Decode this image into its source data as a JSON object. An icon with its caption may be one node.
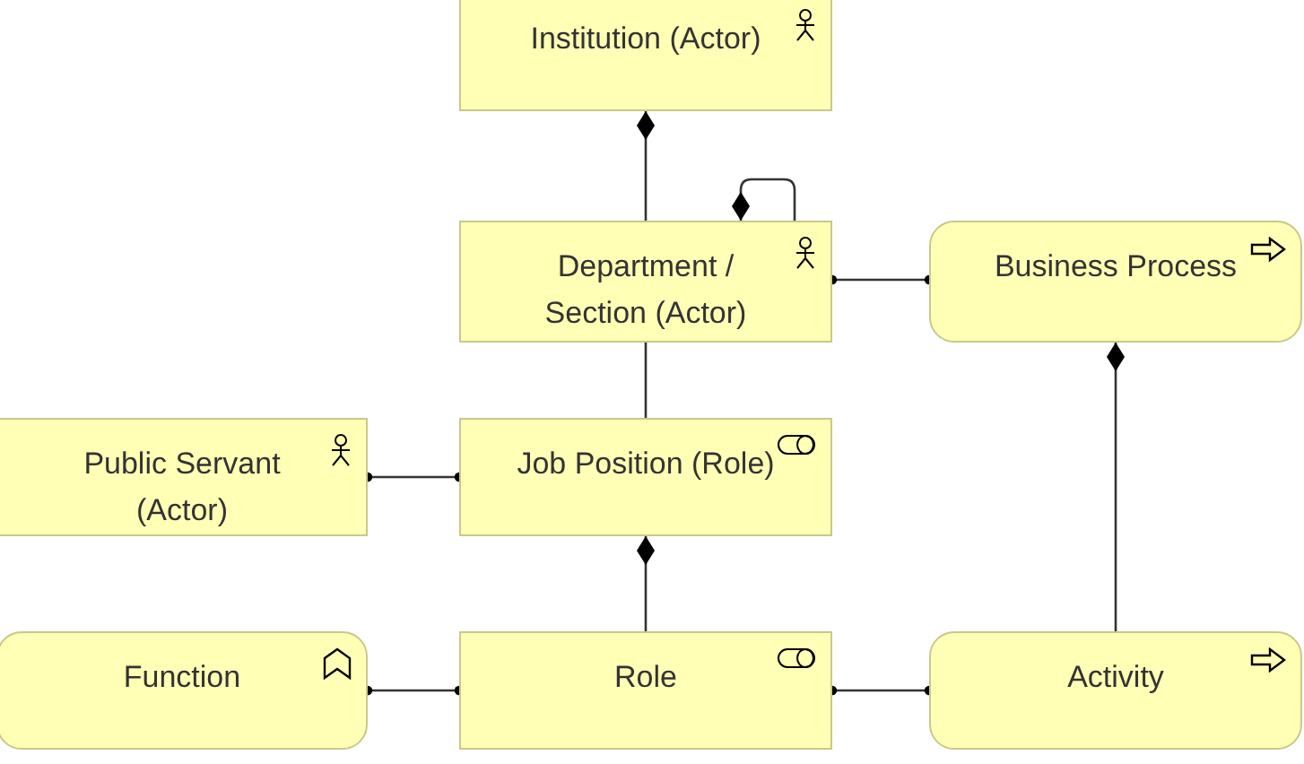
{
  "diagram": {
    "nodes": [
      {
        "text": [
          "Institution (Actor)"
        ]
      },
      {
        "text": [
          "Department / Section (Actor)"
        ]
      },
      {
        "text": [
          "Business Process"
        ]
      },
      {
        "text": [
          "Public Servant (Actor)"
        ]
      },
      {
        "text": [
          "Job Position (Role)"
        ]
      },
      {
        "text": [
          "Function"
        ]
      },
      {
        "text": [
          "Role"
        ]
      },
      {
        "text": [
          "Activity"
        ]
      }
    ],
    "edges": [
      {
        "from": 0,
        "to": 1,
        "arrow": "other"
      },
      {
        "from": 1,
        "to": 1,
        "arrow": "other"
      },
      {
        "from": 1,
        "to": 2,
        "arrow": "other"
      },
      {
        "from": 1,
        "to": 4,
        "arrow": "none"
      },
      {
        "from": 3,
        "to": 4,
        "arrow": "other"
      },
      {
        "from": 4,
        "to": 6,
        "arrow": "other"
      },
      {
        "from": 5,
        "to": 6,
        "arrow": "other"
      },
      {
        "from": 6,
        "to": 7,
        "arrow": "other"
      },
      {
        "from": 2,
        "to": 7,
        "arrow": "other"
      }
    ]
  }
}
